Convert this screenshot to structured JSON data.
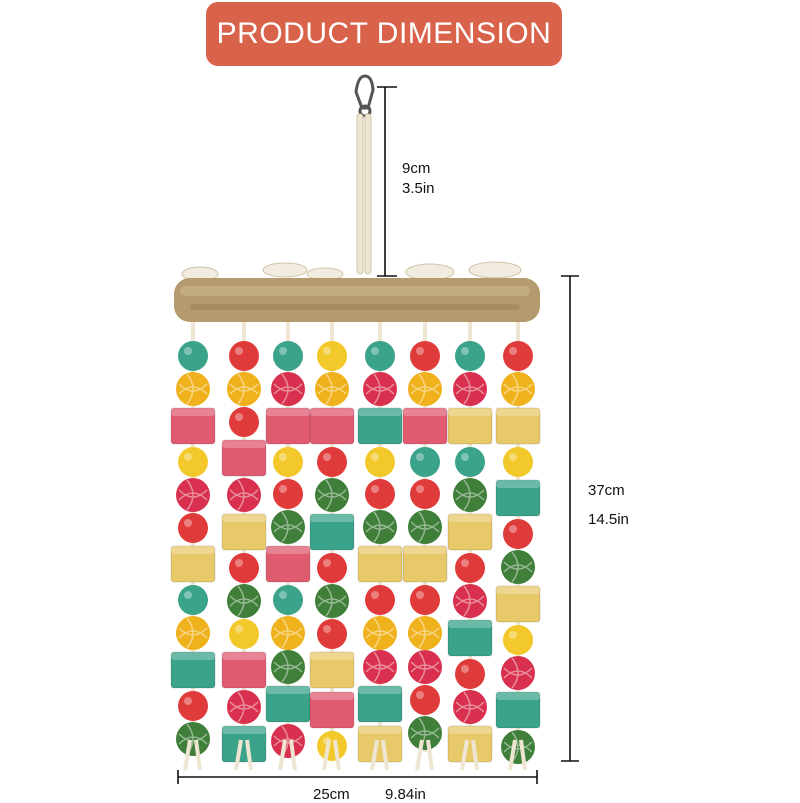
{
  "banner": {
    "title": "PRODUCT DIMENSION"
  },
  "dimensions": {
    "hanger": {
      "metric": "9cm",
      "imperial": "3.5in"
    },
    "height": {
      "metric": "37cm",
      "imperial": "14.5in"
    },
    "width": {
      "metric": "25cm",
      "imperial": "9.84in"
    }
  },
  "colors": {
    "banner_bg": "#d8624a",
    "teal": "#3aa38a",
    "red": "#e03b3b",
    "yellow": "#f2c82b",
    "pink": "#e05a70",
    "wood": "#e8c96a",
    "rattan_yellow": "#f0b21c",
    "rattan_pink": "#d8304e",
    "rattan_green": "#3f7f3a",
    "perch": "#b49a6c",
    "rope": "#eee6d2",
    "line": "#111111"
  },
  "icons": [
    "clasp-icon",
    "dimension-arrow-icon"
  ]
}
